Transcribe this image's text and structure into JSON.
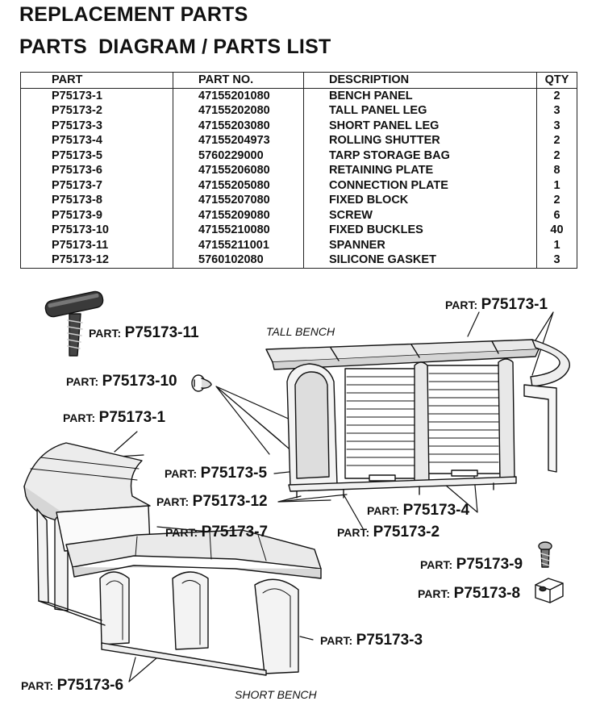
{
  "title": "REPLACEMENT PARTS",
  "subtitle": "PARTS  DIAGRAM / PARTS LIST",
  "table": {
    "headers": [
      "PART",
      "PART NO.",
      "DESCRIPTION",
      "QTY"
    ],
    "rows": [
      [
        "P75173-1",
        "47155201080",
        "BENCH PANEL",
        "2"
      ],
      [
        "P75173-2",
        "47155202080",
        "TALL PANEL LEG",
        "3"
      ],
      [
        "P75173-3",
        "47155203080",
        "SHORT PANEL LEG",
        "3"
      ],
      [
        "P75173-4",
        "47155204973",
        "ROLLING SHUTTER",
        "2"
      ],
      [
        "P75173-5",
        "5760229000",
        "TARP STORAGE BAG",
        "2"
      ],
      [
        "P75173-6",
        "47155206080",
        "RETAINING PLATE",
        "8"
      ],
      [
        "P75173-7",
        "47155205080",
        "CONNECTION PLATE",
        "1"
      ],
      [
        "P75173-8",
        "47155207080",
        "FIXED BLOCK",
        "2"
      ],
      [
        "P75173-9",
        "47155209080",
        "SCREW",
        "6"
      ],
      [
        "P75173-10",
        "47155210080",
        "FIXED BUCKLES",
        "40"
      ],
      [
        "P75173-11",
        "47155211001",
        "SPANNER",
        "1"
      ],
      [
        "P75173-12",
        "5760102080",
        "SILICONE GASKET",
        "3"
      ]
    ]
  },
  "diagram": {
    "part_prefix": "PART:",
    "captions": {
      "tall": "TALL BENCH",
      "short": "SHORT BENCH"
    },
    "labels": {
      "p1_top": "P75173-1",
      "p11": "P75173-11",
      "p10": "P75173-10",
      "p1_left": "P75173-1",
      "p5": "P75173-5",
      "p12": "P75173-12",
      "p4": "P75173-4",
      "p7": "P75173-7",
      "p2": "P75173-2",
      "p9": "P75173-9",
      "p8": "P75173-8",
      "p3": "P75173-3",
      "p6": "P75173-6"
    }
  }
}
